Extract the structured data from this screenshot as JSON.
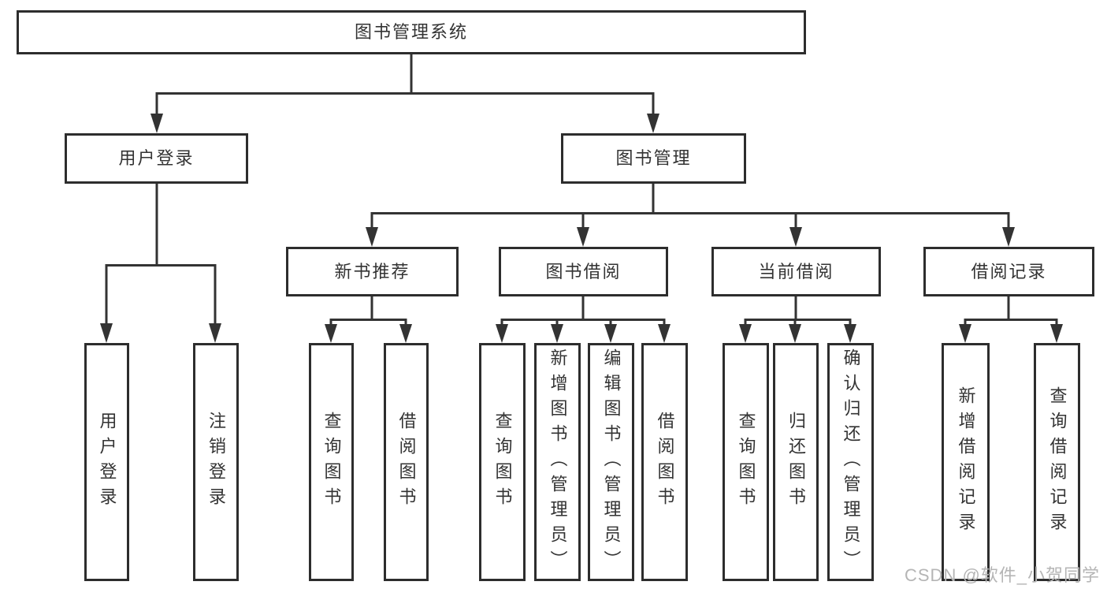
{
  "tree": {
    "root": "图书管理系统",
    "branches": [
      {
        "label": "用户登录",
        "children": [
          "用户登录",
          "注销登录"
        ]
      },
      {
        "label": "图书管理",
        "groups": [
          {
            "label": "新书推荐",
            "children": [
              "查询图书",
              "借阅图书"
            ]
          },
          {
            "label": "图书借阅",
            "children": [
              "查询图书",
              "新增图书（管理员）",
              "编辑图书（管理员）",
              "借阅图书"
            ]
          },
          {
            "label": "当前借阅",
            "children": [
              "查询图书",
              "归还图书",
              "确认归还（管理员）"
            ]
          },
          {
            "label": "借阅记录",
            "children": [
              "新增借阅记录",
              "查询借阅记录"
            ]
          }
        ]
      }
    ]
  },
  "watermark": "CSDN @软件_小贺同学",
  "colors": {
    "line": "#333333",
    "box_border": "#2d2d2d",
    "text": "#333333",
    "watermark": "#b5b5b5",
    "background": "#ffffff"
  }
}
